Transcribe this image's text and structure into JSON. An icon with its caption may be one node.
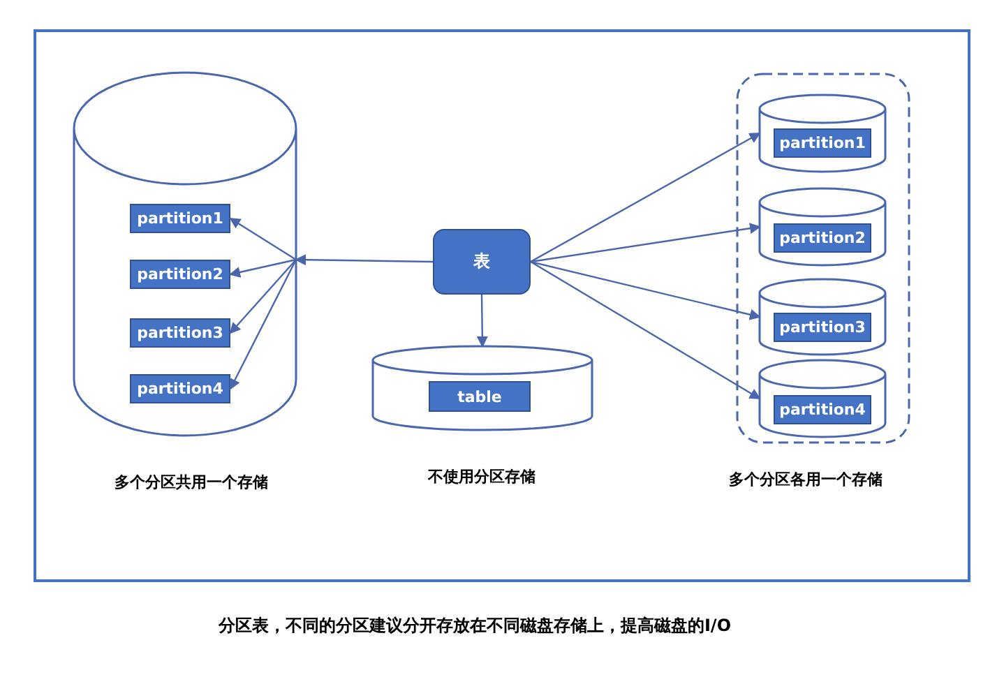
{
  "diagram": {
    "caption": "分区表，不同的分区建议分开存放在不同磁盘存储上，提高磁盘的I/O",
    "nodes": [
      {
        "text": [],
        "shape": "cylinder",
        "beside": [
          "多个分区共用一个存储"
        ]
      },
      {
        "text": [
          "partition1"
        ],
        "in": 0
      },
      {
        "text": [
          "partition2"
        ],
        "in": 0
      },
      {
        "text": [
          "partition3"
        ],
        "in": 0
      },
      {
        "text": [
          "partition4"
        ],
        "in": 0
      },
      {
        "text": [
          "表"
        ]
      },
      {
        "text": [],
        "shape": "cylinder",
        "beside": [
          "不使用分区存储"
        ]
      },
      {
        "text": [
          "table"
        ],
        "in": 6
      },
      {
        "text": [],
        "shape": "box",
        "beside": [
          "多个分区各用一个存储"
        ]
      },
      {
        "text": [],
        "shape": "cylinder",
        "in": 8
      },
      {
        "text": [
          "partition1"
        ],
        "in": 9
      },
      {
        "text": [],
        "shape": "cylinder",
        "in": 8
      },
      {
        "text": [
          "partition2"
        ],
        "in": 11
      },
      {
        "text": [],
        "shape": "cylinder",
        "in": 8
      },
      {
        "text": [
          "partition3"
        ],
        "in": 13
      },
      {
        "text": [],
        "shape": "cylinder",
        "in": 8
      },
      {
        "text": [
          "partition4"
        ],
        "in": 15
      }
    ],
    "edges": [
      {
        "from": 5,
        "to": 0,
        "arrow": "to"
      },
      {
        "from": 0,
        "to": 1,
        "arrow": "to"
      },
      {
        "from": 0,
        "to": 2,
        "arrow": "to"
      },
      {
        "from": 0,
        "to": 3,
        "arrow": "to"
      },
      {
        "from": 0,
        "to": 4,
        "arrow": "to"
      },
      {
        "from": 5,
        "to": 6,
        "arrow": "to"
      },
      {
        "from": 5,
        "to": 9,
        "arrow": "to"
      },
      {
        "from": 5,
        "to": 11,
        "arrow": "to"
      },
      {
        "from": 5,
        "to": 13,
        "arrow": "to"
      },
      {
        "from": 5,
        "to": 15,
        "arrow": "to"
      }
    ]
  }
}
